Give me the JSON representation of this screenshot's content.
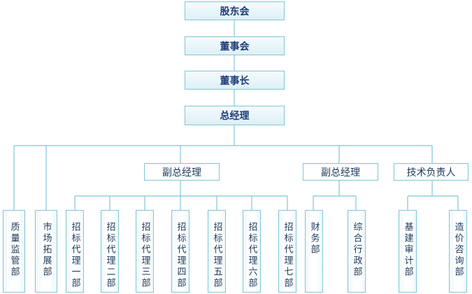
{
  "colors": {
    "line": "#7fc6d6",
    "border": "#7fc6d6",
    "text": "#1e3a5a",
    "top_fill": "#ddf0f6"
  },
  "chain": {
    "shareholders": "股东会",
    "board": "董事会",
    "chairman": "董事长",
    "gm": "总经理"
  },
  "branches": {
    "vgm1": "副总经理",
    "vgm2": "副总经理",
    "tech": "技术负责人"
  },
  "departments": {
    "quality": "质量监管部",
    "market": "市场拓展部",
    "agency1": "招标代理一部",
    "agency2": "招标代理二部",
    "agency3": "招标代理三部",
    "agency4": "招标代理四部",
    "agency5": "招标代理五部",
    "agency6": "招标代理六部",
    "agency7": "招标代理七部",
    "finance": "财务部",
    "admin": "综合行政部",
    "audit": "基建审计部",
    "cost": "造价咨询部"
  }
}
